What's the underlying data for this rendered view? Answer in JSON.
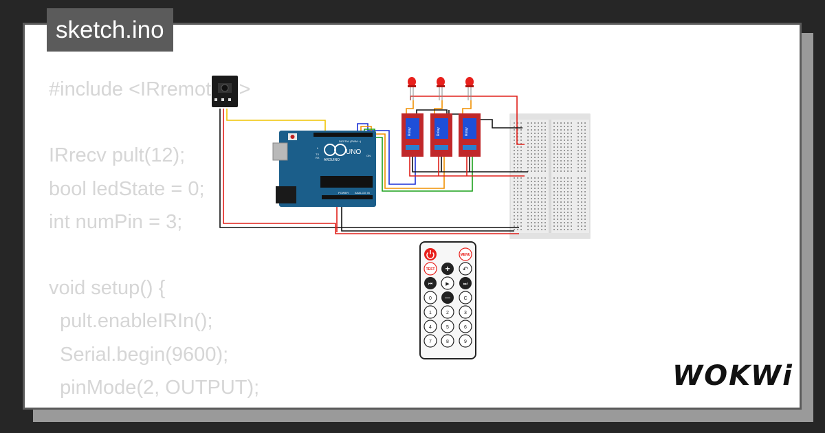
{
  "page": {
    "filename_label": "sketch.ino",
    "brand": "WOKWi"
  },
  "code_lines": [
    "#include <IRremote.h>",
    "",
    "IRrecv pult(12);",
    "bool ledState = 0;",
    "int numPin = 3;",
    "",
    "void setup() {",
    "  pult.enableIRIn();",
    "  Serial.begin(9600);",
    "  pinMode(2, OUTPUT);",
    "}"
  ],
  "board": {
    "model_label": "UNO",
    "brand_label": "ARDUINO",
    "digital_header_label": "DIGITAL (PWM ~)",
    "power_label": "POWER",
    "analog_label": "ANALOG IN",
    "on_label": "ON",
    "l_label": "L",
    "tx_label": "TX",
    "rx_label": "RX"
  },
  "relays": [
    {
      "label": "Relay"
    },
    {
      "label": "Relay"
    },
    {
      "label": "Relay"
    }
  ],
  "remote": {
    "top_buttons": [
      "",
      "",
      "MENU"
    ],
    "row2": [
      "TEST",
      "+",
      "↶"
    ],
    "row3": [
      "⏮",
      "▶",
      "⏭"
    ],
    "row4": [
      "0",
      "—",
      "C"
    ],
    "digits": [
      "1",
      "2",
      "3",
      "4",
      "5",
      "6",
      "7",
      "8",
      "9"
    ]
  },
  "colors": {
    "wire_red": "#e0201a",
    "wire_black": "#111111",
    "wire_yellow": "#f0c300",
    "wire_blue": "#1a2fd6",
    "wire_orange": "#f09000",
    "wire_green": "#1aa01a",
    "board_blue": "#1b5e8a",
    "relay_red": "#c0282a",
    "led_red": "#e8201c"
  },
  "icons": {
    "power": "power-icon",
    "back": "back-arrow-icon",
    "prev": "previous-icon",
    "play": "play-icon",
    "next": "next-icon"
  }
}
